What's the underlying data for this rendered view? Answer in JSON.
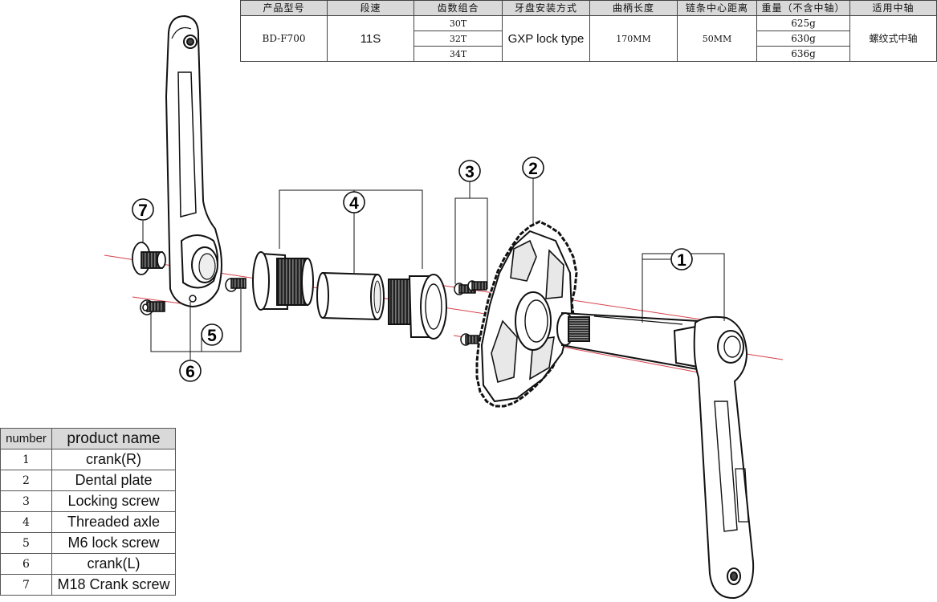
{
  "spec_table": {
    "headers": [
      "产品型号",
      "段速",
      "齿数组合",
      "牙盘安装方式",
      "曲柄长度",
      "链条中心距离",
      "重量（不含中轴）",
      "适用中轴"
    ],
    "model": "BD-F700",
    "speed": "11S",
    "teeth": [
      "30T",
      "32T",
      "34T"
    ],
    "mount": "GXP lock type",
    "crank_length": "170MM",
    "chainline": "50MM",
    "weights": [
      "625g",
      "630g",
      "636g"
    ],
    "bb": "螺纹式中轴"
  },
  "parts_table": {
    "header_number": "number",
    "header_name": "product name",
    "rows": [
      {
        "num": "1",
        "name": "crank(R)"
      },
      {
        "num": "2",
        "name": "Dental plate"
      },
      {
        "num": "3",
        "name": "Locking screw"
      },
      {
        "num": "4",
        "name": "Threaded axle"
      },
      {
        "num": "5",
        "name": "M6 lock screw"
      },
      {
        "num": "6",
        "name": "crank(L)"
      },
      {
        "num": "7",
        "name": "M18 Crank screw"
      }
    ]
  },
  "callouts": [
    "1",
    "2",
    "3",
    "4",
    "5",
    "6",
    "7"
  ],
  "colors": {
    "axis_line": "#d6404a",
    "outline": "#111111",
    "header_fill": "#d9d9d9"
  }
}
